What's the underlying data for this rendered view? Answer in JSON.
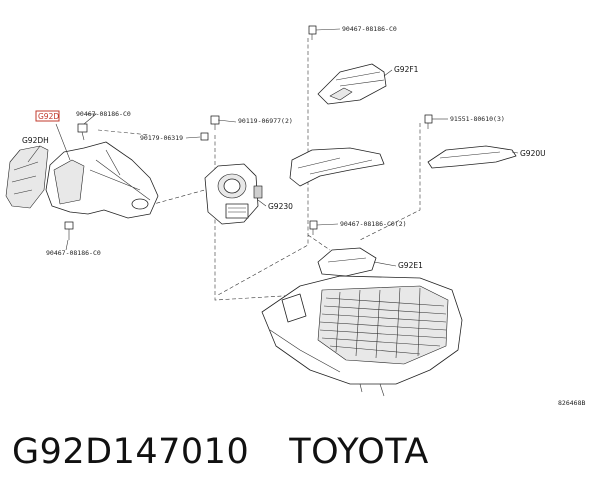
{
  "diagram": {
    "labels": {
      "g92d_highlight": "G92D",
      "g92dh": "G92DH",
      "clip_top_left": "90467-08186-C0",
      "clip_bottom_left": "90467-08186-C0",
      "bolt_left_mid": "90179-06319",
      "bolt_mid": "90119-06977(2)",
      "g9230": "G9230",
      "clip_top": "90467-08186-C0",
      "g92f1": "G92F1",
      "bolt_right": "91551-80610(3)",
      "g920u": "G920U",
      "clip_mid": "90467-08186-C0(2)",
      "g92e1": "G92E1",
      "ref_number": "826468B"
    },
    "highlight_color": "#c0392b"
  },
  "caption": {
    "part_number": "G92D147010",
    "brand": "TOYOTA"
  }
}
